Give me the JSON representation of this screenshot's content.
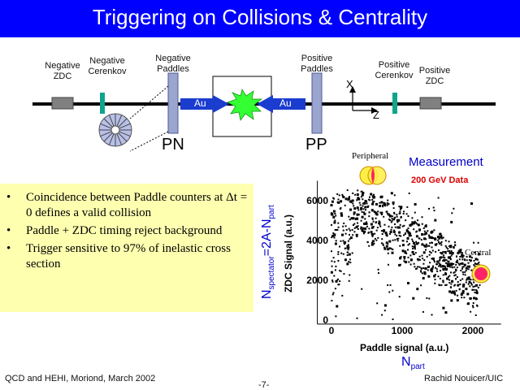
{
  "title": "Triggering on Collisions & Centrality",
  "detector": {
    "neg_zdc": "Negative\nZDC",
    "neg_cerenkov": "Negative\nCerenkov",
    "neg_paddles": "Negative\nPaddles",
    "pos_paddles": "Positive\nPaddles",
    "pos_cerenkov": "Positive\nCerenkov",
    "pos_zdc": "Positive\nZDC",
    "beam_left": "Au",
    "beam_right": "Au",
    "pn": "PN",
    "pp": "PP",
    "axis_x": "X",
    "axis_z": "Z"
  },
  "bullets": [
    {
      "marker": "•",
      "text": "Coincidence between Paddle counters at Δt = 0 defines a valid collision"
    },
    {
      "marker": "•",
      "text": "Paddle + ZDC timing reject background"
    },
    {
      "marker": "•",
      "text": "Trigger sensitive to 97% of inelastic cross section"
    }
  ],
  "plot": {
    "measurement": "Measurement",
    "data_label": "200 GeV Data",
    "peripheral": "Peripheral",
    "central": "Central",
    "nspect_main": "N",
    "nspect_sub": "spectator",
    "nspect_eq": "=2A-N",
    "nspect_sub2": "part",
    "ylabel": "ZDC Signal (a.u.)",
    "xlabel": "Paddle signal (a.u.)",
    "npart_main": "N",
    "npart_sub": "part"
  },
  "chart_data": {
    "type": "scatter",
    "xlabel": "Paddle signal (a.u.)",
    "ylabel": "ZDC Signal (a.u.)",
    "xlim": [
      -200,
      2400
    ],
    "ylim": [
      -200,
      7000
    ],
    "x_ticks": [
      "0",
      "1000",
      "2000"
    ],
    "y_ticks": [
      "0",
      "2000",
      "4000",
      "6000"
    ],
    "x_tick_values": [
      0,
      1000,
      2000
    ],
    "y_tick_values": [
      0,
      2000,
      4000,
      6000
    ]
  },
  "footer": {
    "left": "QCD and HEHI, Moriond, March 2002",
    "mid": "-7-",
    "right": "Rachid Nouicer/UIC"
  },
  "colors": {
    "title_bg": "#0000ff",
    "bullet_bg": "#ffffb0",
    "accent_blue": "#0000cc",
    "beam_arrow": "#0033cc",
    "collision": "#33ff33",
    "peripheral_fill": "#ffee44",
    "central_fill": "#ff2266"
  }
}
